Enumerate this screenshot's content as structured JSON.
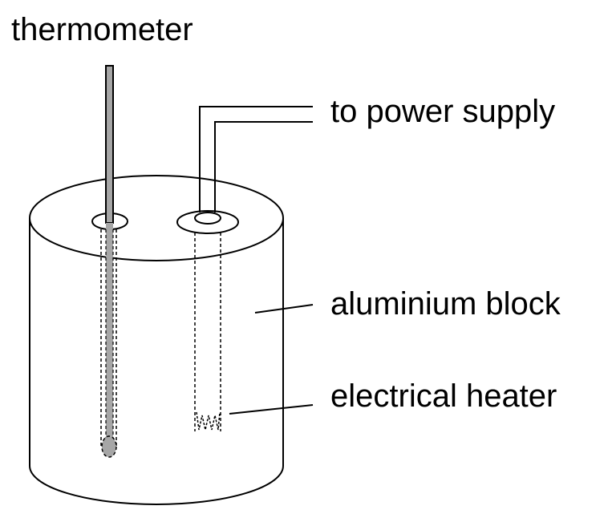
{
  "labels": {
    "thermometer": "thermometer",
    "power_supply": "to power supply",
    "aluminium_block": "aluminium block",
    "electrical_heater": "electrical heater"
  },
  "colors": {
    "line": "#000000",
    "thermometer_fill": "#a6a6a6",
    "background": "#ffffff"
  }
}
